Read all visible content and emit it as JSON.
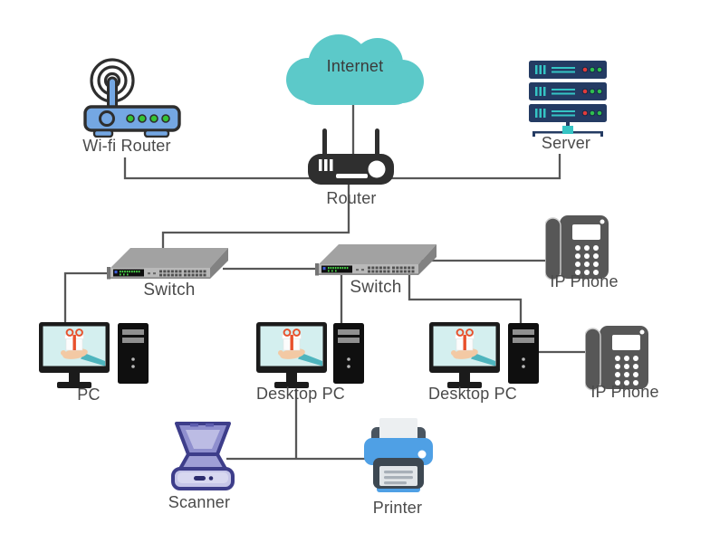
{
  "diagram": {
    "type": "network-topology",
    "background": "#ffffff",
    "nodes": {
      "internet": {
        "label": "Internet",
        "kind": "internet-cloud"
      },
      "wifi_router": {
        "label": "Wi-fi Router",
        "kind": "wireless-router"
      },
      "server": {
        "label": "Server",
        "kind": "server-rack"
      },
      "router": {
        "label": "Router",
        "kind": "router"
      },
      "switch_left": {
        "label": "Switch",
        "kind": "network-switch"
      },
      "switch_right": {
        "label": "Switch",
        "kind": "network-switch"
      },
      "ip_phone_top": {
        "label": "IP Phone",
        "kind": "ip-phone"
      },
      "pc": {
        "label": "PC",
        "kind": "desktop-computer"
      },
      "desktop_pc_center": {
        "label": "Desktop PC",
        "kind": "desktop-computer"
      },
      "desktop_pc_right": {
        "label": "Desktop PC",
        "kind": "desktop-computer"
      },
      "ip_phone_bottom": {
        "label": "IP Phone",
        "kind": "ip-phone"
      },
      "scanner": {
        "label": "Scanner",
        "kind": "scanner"
      },
      "printer": {
        "label": "Printer",
        "kind": "printer"
      }
    },
    "edges": [
      {
        "from": "internet",
        "to": "router"
      },
      {
        "from": "wifi_router",
        "to": "router"
      },
      {
        "from": "server",
        "to": "router"
      },
      {
        "from": "router",
        "to": "switch_left"
      },
      {
        "from": "switch_left",
        "to": "pc"
      },
      {
        "from": "switch_left",
        "to": "switch_right"
      },
      {
        "from": "switch_right",
        "to": "ip_phone_top"
      },
      {
        "from": "switch_right",
        "to": "desktop_pc_center"
      },
      {
        "from": "switch_right",
        "to": "desktop_pc_right"
      },
      {
        "from": "desktop_pc_right",
        "to": "ip_phone_bottom"
      },
      {
        "from": "desktop_pc_center",
        "to": "scanner"
      },
      {
        "from": "desktop_pc_center",
        "to": "printer"
      }
    ],
    "colors": {
      "cloud": "#5cc9c9",
      "wire": "#575757",
      "label_text": "#4a4a4a",
      "router_body": "#2f2f2f",
      "phone_body": "#575757",
      "wifi_router_blue": "#74a7e3",
      "server_navy": "#243b63",
      "server_teal": "#35c4c4",
      "server_led_red": "#e23b3b",
      "server_led_green": "#2fbf4f",
      "switch_gray": "#b4b4b4",
      "switch_led_green": "#49d849",
      "scanner_purple": "#3d3d8a",
      "printer_blue": "#4fa0e5",
      "monitor_screen": "#d4efef",
      "gift_ribbon": "#e8502b",
      "hand_skin": "#f3c9a4",
      "sleeve_teal": "#4fb5be"
    }
  }
}
